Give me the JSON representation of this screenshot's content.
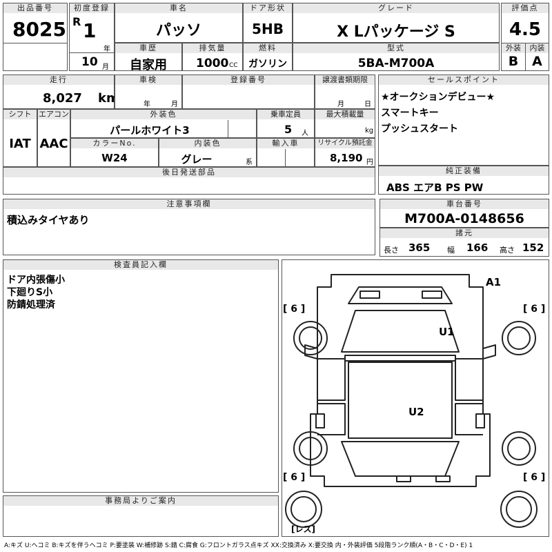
{
  "top": {
    "lot_label": "出品番号",
    "lot": "8025",
    "first_reg_label": "初度登録",
    "era": "R",
    "year": "1",
    "year_unit": "年",
    "month": "10",
    "month_unit": "月",
    "car_name_label": "車名",
    "car_name": "パッソ",
    "door_label": "ドア形状",
    "door": "5HB",
    "grade_label": "グレード",
    "grade": "X Lパッケージ S",
    "score_label": "評価点",
    "score": "4.5",
    "history_label": "車歴",
    "history": "自家用",
    "displacement_label": "排気量",
    "displacement": "1000",
    "displacement_unit": "CC",
    "fuel_label": "燃料",
    "fuel": "ガソリン",
    "model_label": "型式",
    "model": "5BA-M700A",
    "ext_label": "外装",
    "ext": "B",
    "int_label": "内装",
    "int": "A"
  },
  "mid": {
    "mileage_label": "走行",
    "mileage": "8,027",
    "mileage_unit": "km",
    "inspection_label": "車検",
    "insp_year_unit": "年",
    "insp_month_unit": "月",
    "plate_label": "登録番号",
    "transfer_label": "譲渡書類期限",
    "transfer_month_unit": "月",
    "transfer_day_unit": "日",
    "shift_label": "シフト",
    "shift": "IAT",
    "ac_label": "エアコン",
    "ac": "AAC",
    "color_label": "外装色",
    "color": "パールホワイト3",
    "capacity_label": "乗車定員",
    "capacity": "5",
    "capacity_unit": "人",
    "load_label": "最大積載量",
    "load_unit": "kg",
    "color_no_label": "カラーNo.",
    "color_no": "W24",
    "int_color_label": "内装色",
    "int_color": "グレー",
    "int_color_unit": "系",
    "import_label": "輸入車",
    "recycle_label": "リサイクル預託金",
    "recycle": "8,190",
    "recycle_unit": "円",
    "later_label": "後日発送部品"
  },
  "sales": {
    "label": "セールスポイント",
    "lines": [
      "★オークションデビュー★",
      "スマートキー",
      "プッシュスタート"
    ]
  },
  "equip": {
    "label": "純正装備",
    "value": "ABS エアB PS PW"
  },
  "notes": {
    "label": "注意事項欄",
    "value": "積込みタイヤあり"
  },
  "chassis": {
    "label": "車台番号",
    "value": "M700A-0148656"
  },
  "specs": {
    "label": "諸元",
    "length_label": "長さ",
    "length": "365",
    "width_label": "幅",
    "width": "166",
    "height_label": "高さ",
    "height": "152"
  },
  "inspector": {
    "label": "検査員記入欄",
    "lines": [
      "ドア内張傷小",
      "下廻りS小",
      "防錆処理済"
    ]
  },
  "office": {
    "label": "事務局よりご案内"
  },
  "diagram": {
    "a1": "A1",
    "u1": "U1",
    "u2": "U2",
    "tire_fl": "[ 6 ]",
    "tire_fr": "[ 6 ]",
    "tire_rl": "[ 6 ]",
    "tire_rr": "[ 6 ]",
    "spare": "[レス]"
  },
  "legend": "A:キズ U:ヘコミ B:キズを伴うヘコミ P:要塗装 W:補修跡 S:錆 C:腐食 G:フロントガラス点キズ XX:交換済み X:要交換 内・外装評価 5段階ランク順(A・B・C・D・E) 1"
}
